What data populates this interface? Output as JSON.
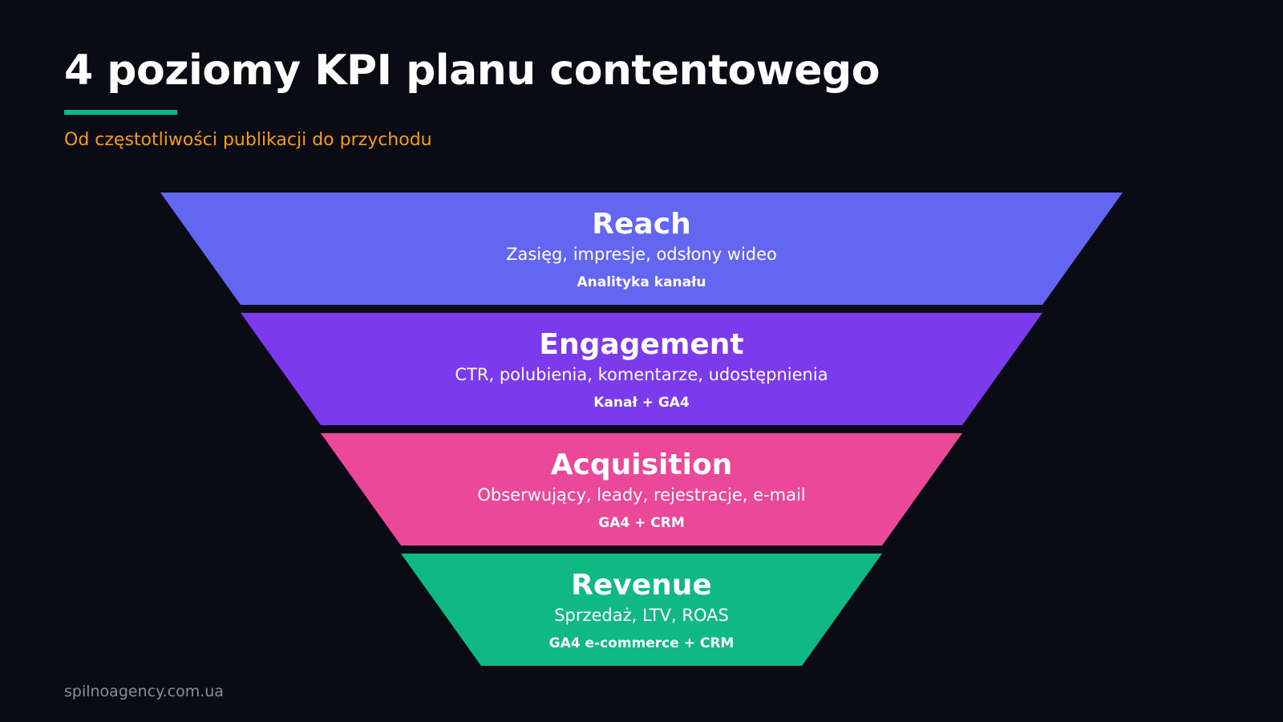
{
  "header": {
    "title": "4 poziomy KPI planu contentowego",
    "subtitle": "Od częstotliwości publikacji do przychodu"
  },
  "funnel": {
    "levels": [
      {
        "label": "Reach",
        "metrics": "Zasięg, impresje, odsłony wideo",
        "source": "Analityka kanału",
        "color": "#6366f1"
      },
      {
        "label": "Engagement",
        "metrics": "CTR, polubienia, komentarze, udostępnienia",
        "source": "Kanał + GA4",
        "color": "#7c3aed"
      },
      {
        "label": "Acquisition",
        "metrics": "Obserwujący, leady, rejestracje, e-mail",
        "source": "GA4 + CRM",
        "color": "#ec4899"
      },
      {
        "label": "Revenue",
        "metrics": "Sprzedaż, LTV, ROAS",
        "source": "GA4 e-commerce + CRM",
        "color": "#10b981"
      }
    ]
  },
  "footer": {
    "site": "spilnoagency.com.ua"
  },
  "colors": {
    "background": "#0a0b14",
    "accent_line": "#10b981",
    "subtitle": "#f59e0b",
    "footer_text": "#8b8d98"
  }
}
